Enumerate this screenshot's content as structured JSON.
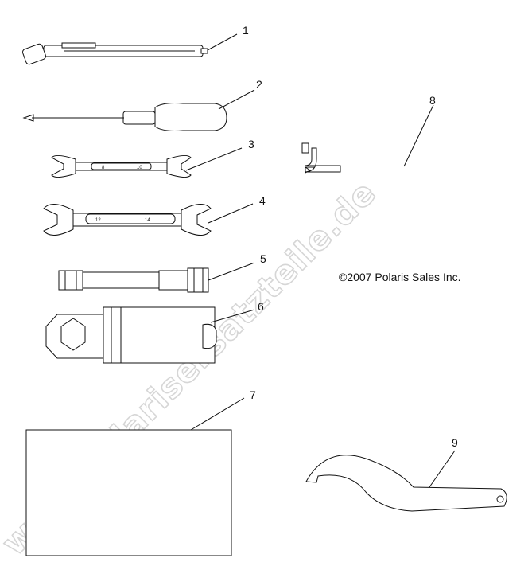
{
  "copyright": "©2007 Polaris Sales Inc.",
  "watermark": "www.polarisersatzteile.de",
  "callouts": [
    "1",
    "2",
    "3",
    "4",
    "5",
    "6",
    "7",
    "8",
    "9"
  ],
  "wrench_small_sizes": [
    "8",
    "10"
  ],
  "wrench_large_sizes": [
    "12",
    "14"
  ]
}
